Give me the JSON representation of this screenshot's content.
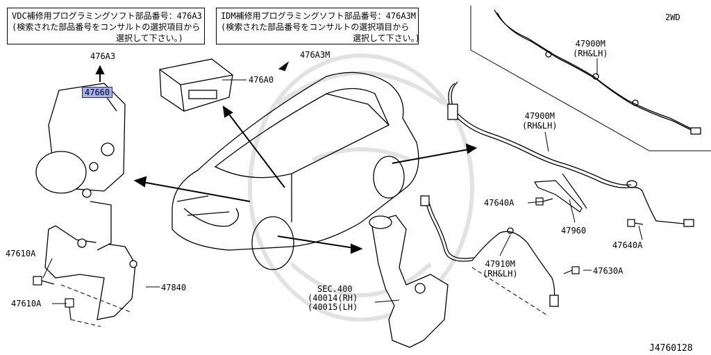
{
  "header_boxes": {
    "vdc": {
      "line1": "VDC補修用プログラミングソフト部品番号：476A3",
      "line2": "(検索された部品番号をコンサルトの選択項目から",
      "line3": "選択して下さい。)"
    },
    "idm": {
      "line1": "IDM補修用プログラミングソフト部品番号：476A3M",
      "line2": "(検索された部品番号をコンサルトの選択項目から",
      "line3": "選択して下さい。)"
    }
  },
  "drive_label": "2WD",
  "diagram_id": "J4760128",
  "callouts": {
    "p476a3": "476A3",
    "p47660": "47660",
    "p476a0": "476A0",
    "p476a3m": "476A3M",
    "p47900m_top": "47900M",
    "p47900m_top_sub": "(RH&LH)",
    "p47900m_mid": "47900M",
    "p47900m_mid_sub": "(RH&LH)",
    "p47640a_left": "47640A",
    "p47960": "47960",
    "p47640a_right": "47640A",
    "p47910m": "47910M",
    "p47910m_sub": "(RH&LH)",
    "p47630a": "47630A",
    "p47610a_1": "47610A",
    "p47610a_2": "47610A",
    "p47840": "47840",
    "sec400": "SEC.400",
    "sec400_rh": "(40014(RH)",
    "sec400_lh": "(40015(LH)"
  },
  "colors": {
    "highlight": "#9fb0ff",
    "line": "#000000",
    "watermark": "#e2e2e2"
  }
}
